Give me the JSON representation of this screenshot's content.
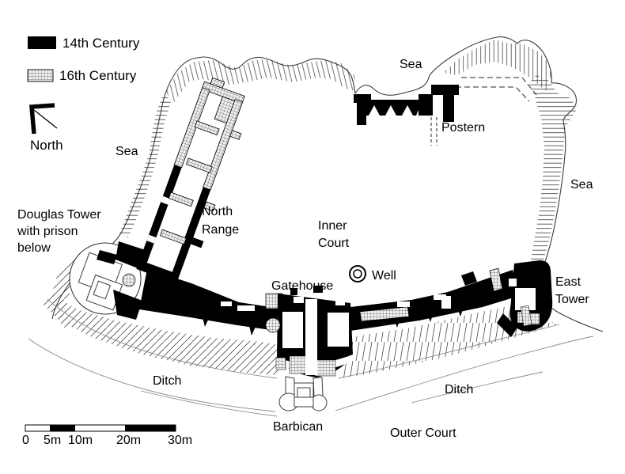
{
  "title": "Castle ground plan",
  "legend": {
    "items": [
      {
        "label": "14th Century",
        "swatch": "solid-black"
      },
      {
        "label": "16th Century",
        "swatch": "cross-hatched"
      }
    ]
  },
  "compass": {
    "label": "North"
  },
  "map_labels": {
    "sea_left": "Sea",
    "sea_top": "Sea",
    "sea_right": "Sea",
    "postern": "Postern",
    "douglas_tower_lines": [
      "Douglas Tower",
      "with prison",
      "below"
    ],
    "north_range_lines": [
      "North",
      "Range"
    ],
    "inner_court_lines": [
      "Inner",
      "Court"
    ],
    "gatehouse": "Gatehouse",
    "well": "Well",
    "east_tower_lines": [
      "East",
      "Tower"
    ],
    "ditch_west": "Ditch",
    "ditch_east": "Ditch",
    "barbican": "Barbican",
    "outer_court": "Outer Court"
  },
  "scale_bar": {
    "tick_labels": [
      "0",
      "5m",
      "10m",
      "20m",
      "30m"
    ],
    "total_length": "30m"
  },
  "colors": {
    "paper": "#ffffff",
    "ink": "#000000",
    "coast_line": "#3c3c3c",
    "hachure_line": "#4a4a4a",
    "hatch_fill": "#f0f0f0",
    "hatch_line": "#5a5a5a",
    "ditch_curve": "#8a8a8a"
  }
}
